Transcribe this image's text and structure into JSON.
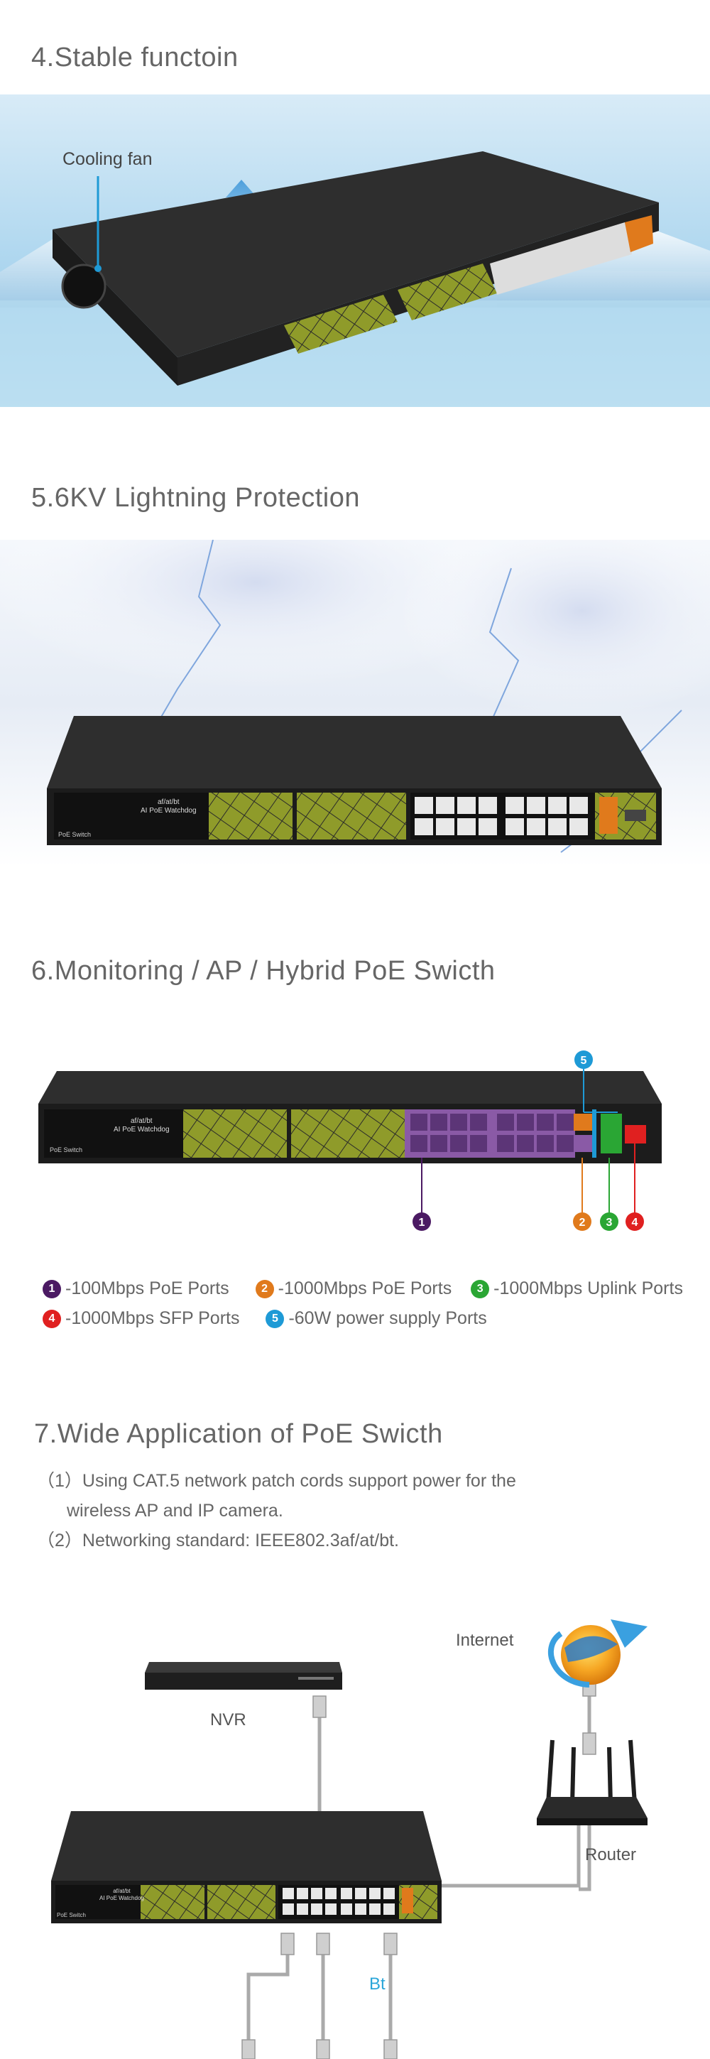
{
  "sections": {
    "s4": {
      "title": "4.Stable functoin",
      "callout": "Cooling fan"
    },
    "s5": {
      "title": "5.6KV Lightning Protection"
    },
    "s6": {
      "title": "6.Monitoring / AP / Hybrid PoE Swicth",
      "legend": [
        {
          "num": "1",
          "text": "-100Mbps PoE Ports",
          "color": "#4b1a63"
        },
        {
          "num": "2",
          "text": "-1000Mbps PoE Ports",
          "color": "#e07a1c"
        },
        {
          "num": "3",
          "text": "-1000Mbps Uplink Ports",
          "color": "#2aa634"
        },
        {
          "num": "4",
          "text": "-1000Mbps SFP Ports",
          "color": "#e02020"
        },
        {
          "num": "5",
          "text": "-60W power supply Ports",
          "color": "#1e9ad6"
        }
      ]
    },
    "s7": {
      "title": "7.Wide Application of PoE Swicth",
      "line1a": "（1）Using CAT.5 network patch cords support power for the",
      "line1b": "wireless AP and IP camera.",
      "line2": "（2）Networking standard: IEEE802.3af/at/bt.",
      "label_internet": "Internet",
      "label_nvr": "NVR",
      "label_router": "Router",
      "label_bt": "Bt"
    }
  },
  "device": {
    "model_line1": "af/at/bt",
    "model_line2": "AI PoE Watchdog",
    "brand": "PoE Switch"
  },
  "colors": {
    "panel_green": "#8f9b2a",
    "chassis": "#2a2a2a",
    "port_purple": "#8a5aa6",
    "bt_blue": "#2aa6d9"
  }
}
